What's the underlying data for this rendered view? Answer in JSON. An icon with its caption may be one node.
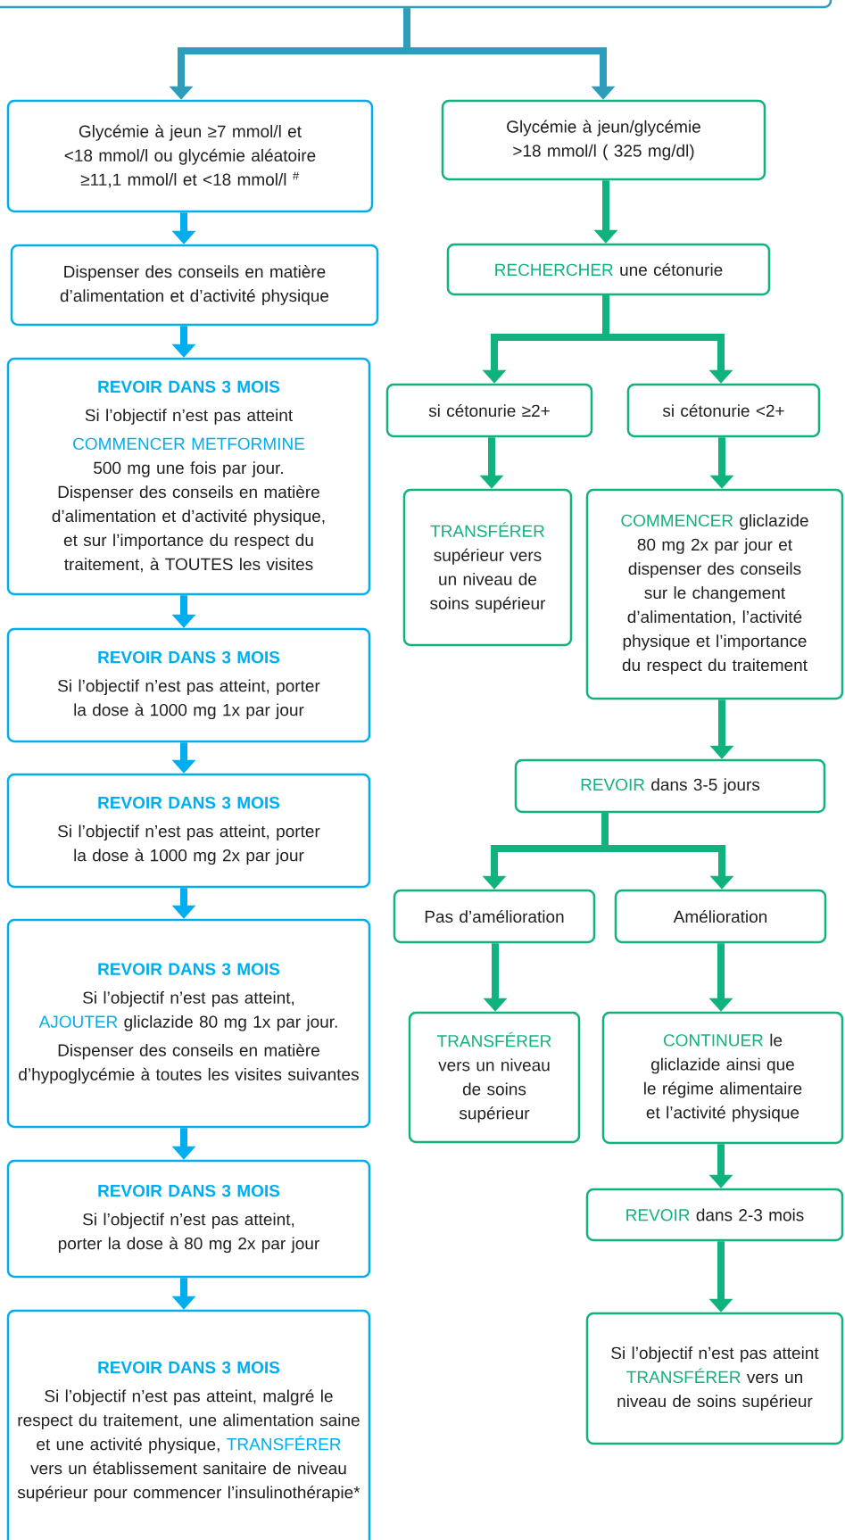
{
  "diagram": {
    "nodes": [
      {
        "text": [],
        "shape": "box"
      },
      {
        "text": [
          "Glycémie à jeun ≥7 mmol/l et <18 mmol/l ou glycémie aléatoire ≥11,1 mmol/l et <18 mmol/l $^{#}$"
        ]
      },
      {
        "text": [
          "Glycémie à jeun/glycémie >18 mmol/l ( 325 mg/dl)"
        ]
      },
      {
        "text": [
          "Dispenser des conseils en matière d’alimentation et d’activité physique"
        ]
      },
      {
        "text": [
          "RECHERCHER",
          "une cétonurie"
        ]
      },
      {
        "text": [
          "REVOIR DANS 3 MOIS",
          "Si l’objectif n’est pas atteint",
          "COMMENCER METFORMINE",
          "500 mg une fois par jour.",
          "Dispenser des conseils en matière d’alimentation et d’activité physique, et sur l’importance du respect du traitement, à TOUTES les visites"
        ]
      },
      {
        "text": [
          "si cétonurie ≥2+"
        ]
      },
      {
        "text": [
          "si cétonurie <2+"
        ]
      },
      {
        "text": [
          "TRANSFÉRER",
          "supérieur vers un niveau de soins supérieur"
        ]
      },
      {
        "text": [
          "COMMENCER",
          "gliclazide 80 mg 2x par jour et dispenser des conseils sur le changement d’alimentation, l’activité physique et l’importance du respect du traitement"
        ]
      },
      {
        "text": [
          "REVOIR DANS 3 MOIS",
          "Si l’objectif n’est pas atteint, porter la dose à 1000 mg 1x par jour"
        ]
      },
      {
        "text": [
          "REVOIR",
          "dans 3-5 jours"
        ]
      },
      {
        "text": [
          "REVOIR DANS 3 MOIS",
          "Si l’objectif n’est pas atteint, porter la dose à 1000 mg 2x par jour"
        ]
      },
      {
        "text": [
          "Pas d’amélioration"
        ]
      },
      {
        "text": [
          "Amélioration"
        ]
      },
      {
        "text": [
          "REVOIR DANS 3 MOIS",
          "Si l’objectif n’est pas atteint,",
          "AJOUTER",
          "gliclazide 80 mg 1x par jour.",
          "Dispenser des conseils en matière d’hypoglycémie à toutes les visites suivantes"
        ]
      },
      {
        "text": [
          "TRANSFÉRER",
          "vers un niveau de soins supérieur"
        ]
      },
      {
        "text": [
          "CONTINUER",
          "le gliclazide ainsi que le régime alimentaire et l’activité physique"
        ]
      },
      {
        "text": [
          "REVOIR DANS 3 MOIS",
          "Si l’objectif n’est pas atteint, porter la dose à 80 mg 2x par jour"
        ]
      },
      {
        "text": [
          "REVOIR",
          "dans 2-3 mois"
        ]
      },
      {
        "text": [
          "REVOIR DANS 3 MOIS",
          "Si l’objectif n’est pas atteint, malgré le respect du traitement, une alimentation saine et une activité physique,",
          "TRANSFÉRER",
          "vers un établissement sanitaire de niveau supérieur pour commencer l’insulinothérapie*"
        ]
      },
      {
        "text": [
          "Si l’objectif n’est pas atteint",
          "TRANSFÉRER",
          "vers un niveau de soins supérieur"
        ]
      }
    ],
    "edges": [
      {
        "from": 0,
        "to": 1,
        "arrow": "to",
        "color": "#2e9cbb"
      },
      {
        "from": 0,
        "to": 2,
        "arrow": "to",
        "color": "#2e9cbb"
      },
      {
        "from": 1,
        "to": 3,
        "arrow": "to",
        "color": "#00aeef"
      },
      {
        "from": 3,
        "to": 5,
        "arrow": "to",
        "color": "#00aeef"
      },
      {
        "from": 5,
        "to": 10,
        "arrow": "to",
        "color": "#00aeef"
      },
      {
        "from": 10,
        "to": 12,
        "arrow": "to",
        "color": "#00aeef"
      },
      {
        "from": 12,
        "to": 15,
        "arrow": "to",
        "color": "#00aeef"
      },
      {
        "from": 15,
        "to": 18,
        "arrow": "to",
        "color": "#00aeef"
      },
      {
        "from": 18,
        "to": 20,
        "arrow": "to",
        "color": "#00aeef"
      },
      {
        "from": 2,
        "to": 4,
        "arrow": "to"
      },
      {
        "from": 4,
        "to": 6,
        "arrow": "to"
      },
      {
        "from": 4,
        "to": 7,
        "arrow": "to"
      },
      {
        "from": 6,
        "to": 8,
        "arrow": "to"
      },
      {
        "from": 7,
        "to": 9,
        "arrow": "to"
      },
      {
        "from": 9,
        "to": 11,
        "arrow": "to"
      },
      {
        "from": 11,
        "to": 13,
        "arrow": "to"
      },
      {
        "from": 11,
        "to": 14,
        "arrow": "to"
      },
      {
        "from": 13,
        "to": 16,
        "arrow": "to"
      },
      {
        "from": 14,
        "to": 17,
        "arrow": "to"
      },
      {
        "from": 17,
        "to": 19,
        "arrow": "to"
      },
      {
        "from": 19,
        "to": 21,
        "arrow": "to"
      }
    ]
  }
}
